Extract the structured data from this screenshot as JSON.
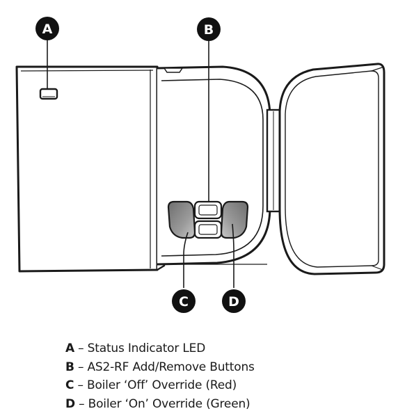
{
  "callouts": {
    "a": "A",
    "b": "B",
    "c": "C",
    "d": "D"
  },
  "legend": [
    {
      "key": "A",
      "text": " – Status Indicator LED"
    },
    {
      "key": "B",
      "text": " – AS2-RF Add/Remove Buttons"
    },
    {
      "key": "C",
      "text": " – Boiler ‘Off’ Override (Red)"
    },
    {
      "key": "D",
      "text": " – Boiler ‘On’ Override (Green)"
    }
  ],
  "colors": {
    "outline": "#1a1a1a",
    "callout_fill": "#111111",
    "button_shade": "#8a8a8a",
    "button_shade_light": "#b4b4b4"
  },
  "icons": {
    "device": "receiver-unit-icon",
    "led": "status-led-icon"
  }
}
